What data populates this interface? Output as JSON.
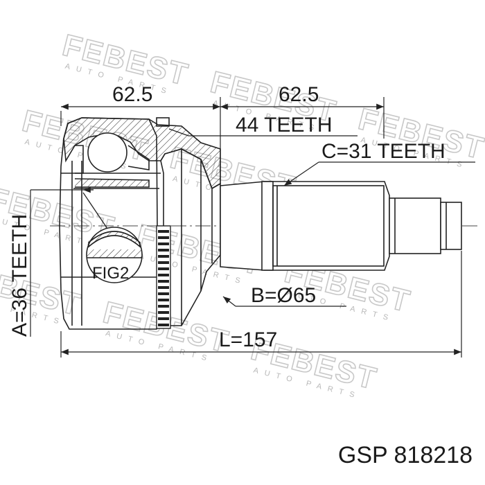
{
  "watermark": {
    "brand": "FEBEST",
    "subtext": "AUTO PARTS"
  },
  "dimensions": {
    "left_length": "62.5",
    "right_length": "62.5",
    "outer_teeth": "44 TEETH",
    "shaft_teeth": "C=31 TEETH",
    "inner_teeth": "A=36 TEETH",
    "diameter": "B=Ø65",
    "total_length": "L=157"
  },
  "figure_label": "FIG2",
  "part_number": "GSP 818218"
}
